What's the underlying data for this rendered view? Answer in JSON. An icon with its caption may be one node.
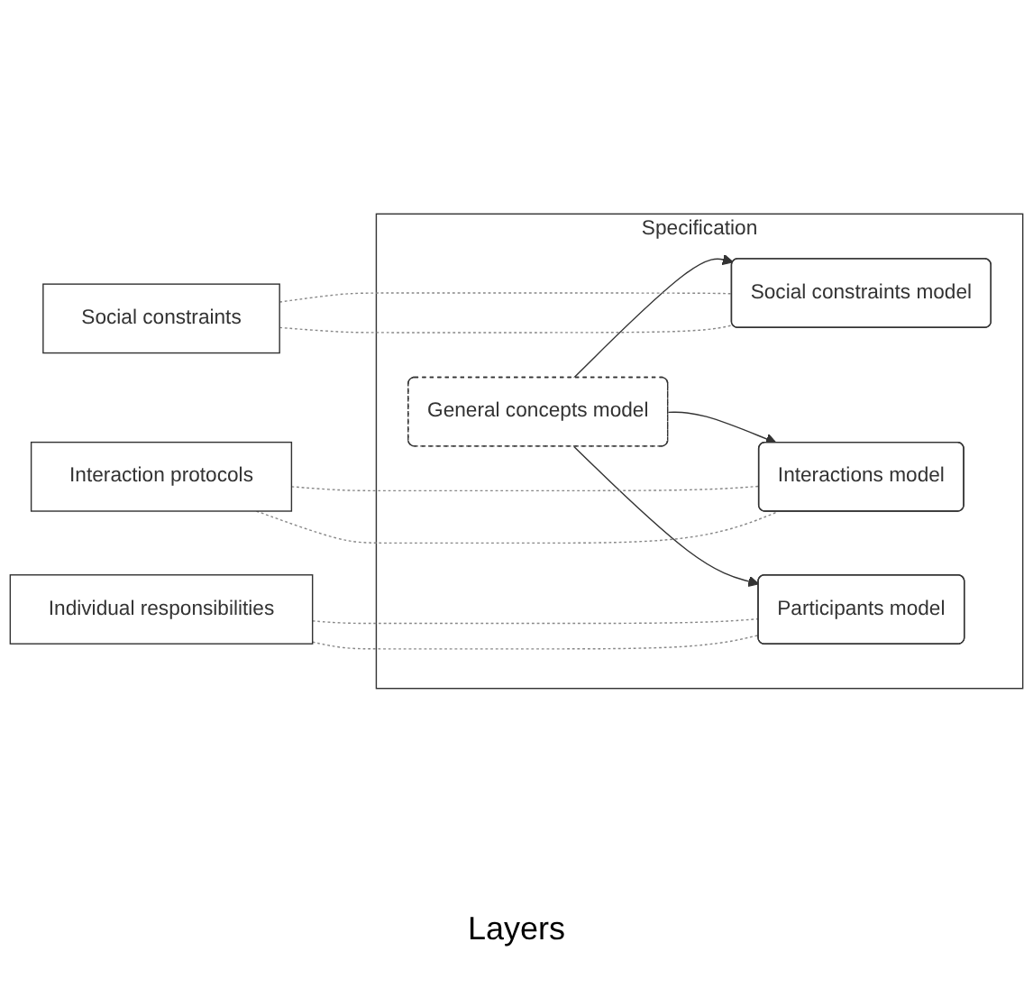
{
  "diagram": {
    "nodes": [
      {
        "text": [
          "Social constraints"
        ]
      },
      {
        "text": [
          "Interaction protocols"
        ]
      },
      {
        "text": [
          "Individual responsibilities"
        ]
      },
      {
        "text": [
          "Specification"
        ]
      },
      {
        "text": [
          "Social constraints model"
        ],
        "in": 3
      },
      {
        "text": [
          "Interactions model"
        ],
        "in": 3
      },
      {
        "text": [
          "Participants model"
        ],
        "in": 3
      },
      {
        "text": [
          "General concepts model"
        ],
        "in": 3
      }
    ],
    "edges": [
      {
        "from": 7,
        "to": 4,
        "arrow": "to"
      },
      {
        "from": 7,
        "to": 5,
        "arrow": "to"
      },
      {
        "from": 7,
        "to": 6,
        "arrow": "to"
      },
      {
        "from": 0,
        "to": 4,
        "arrow": "none",
        "style": "dashed"
      },
      {
        "from": 0,
        "to": 4,
        "arrow": "none",
        "style": "dashed"
      },
      {
        "from": 1,
        "to": 5,
        "arrow": "none",
        "style": "dashed"
      },
      {
        "from": 1,
        "to": 5,
        "arrow": "none",
        "style": "dashed"
      },
      {
        "from": 2,
        "to": 6,
        "arrow": "none",
        "style": "dashed"
      },
      {
        "from": 2,
        "to": 6,
        "arrow": "none",
        "style": "dashed"
      }
    ],
    "labels": [
      "Layers"
    ]
  }
}
